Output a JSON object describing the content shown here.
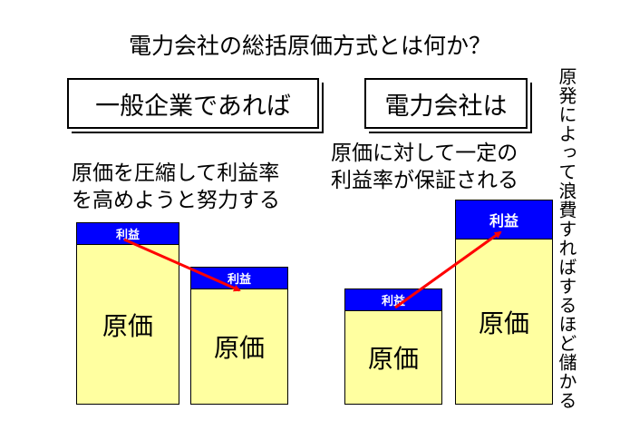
{
  "title": "電力会社の総括原価方式とは何か？",
  "left": {
    "heading": "一般企業であれば",
    "description_lines": [
      "原価を圧縮して利益率",
      "を高めようと努力する"
    ],
    "bars": [
      {
        "profit_label": "利益",
        "cost_label": "原価"
      },
      {
        "profit_label": "利益",
        "cost_label": "原価"
      }
    ]
  },
  "right": {
    "heading": "電力会社は",
    "description_lines": [
      "原価に対して一定の",
      "利益率が保証される"
    ],
    "bars": [
      {
        "profit_label": "利益",
        "cost_label": "原価"
      },
      {
        "profit_label": "利益",
        "cost_label": "原価"
      }
    ]
  },
  "side_note": "原発によって浪費すればするほど儲かる",
  "colors": {
    "cost_fill": "#ffffa0",
    "profit_fill": "#0000ff",
    "arrow": "#ff0000"
  }
}
